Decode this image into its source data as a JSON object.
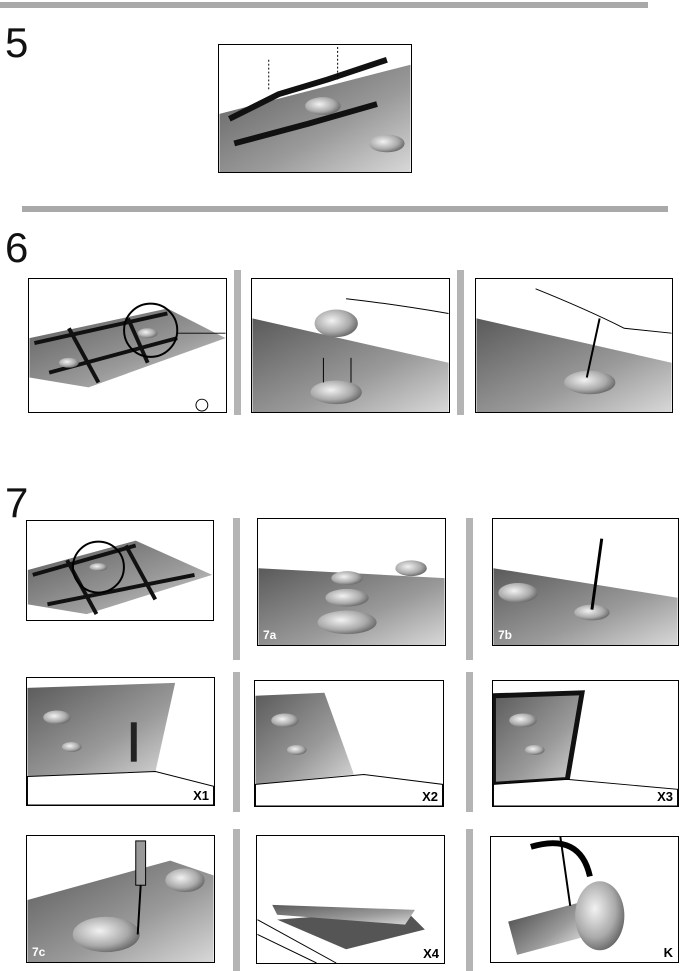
{
  "steps": {
    "s5": "5",
    "s6": "6",
    "s7": "7"
  },
  "labels": {
    "p7a": "7a",
    "p7b": "7b",
    "p7c": "7c",
    "x1": "X1",
    "x2": "X2",
    "x3": "X3",
    "x4": "X4",
    "k": "K"
  }
}
